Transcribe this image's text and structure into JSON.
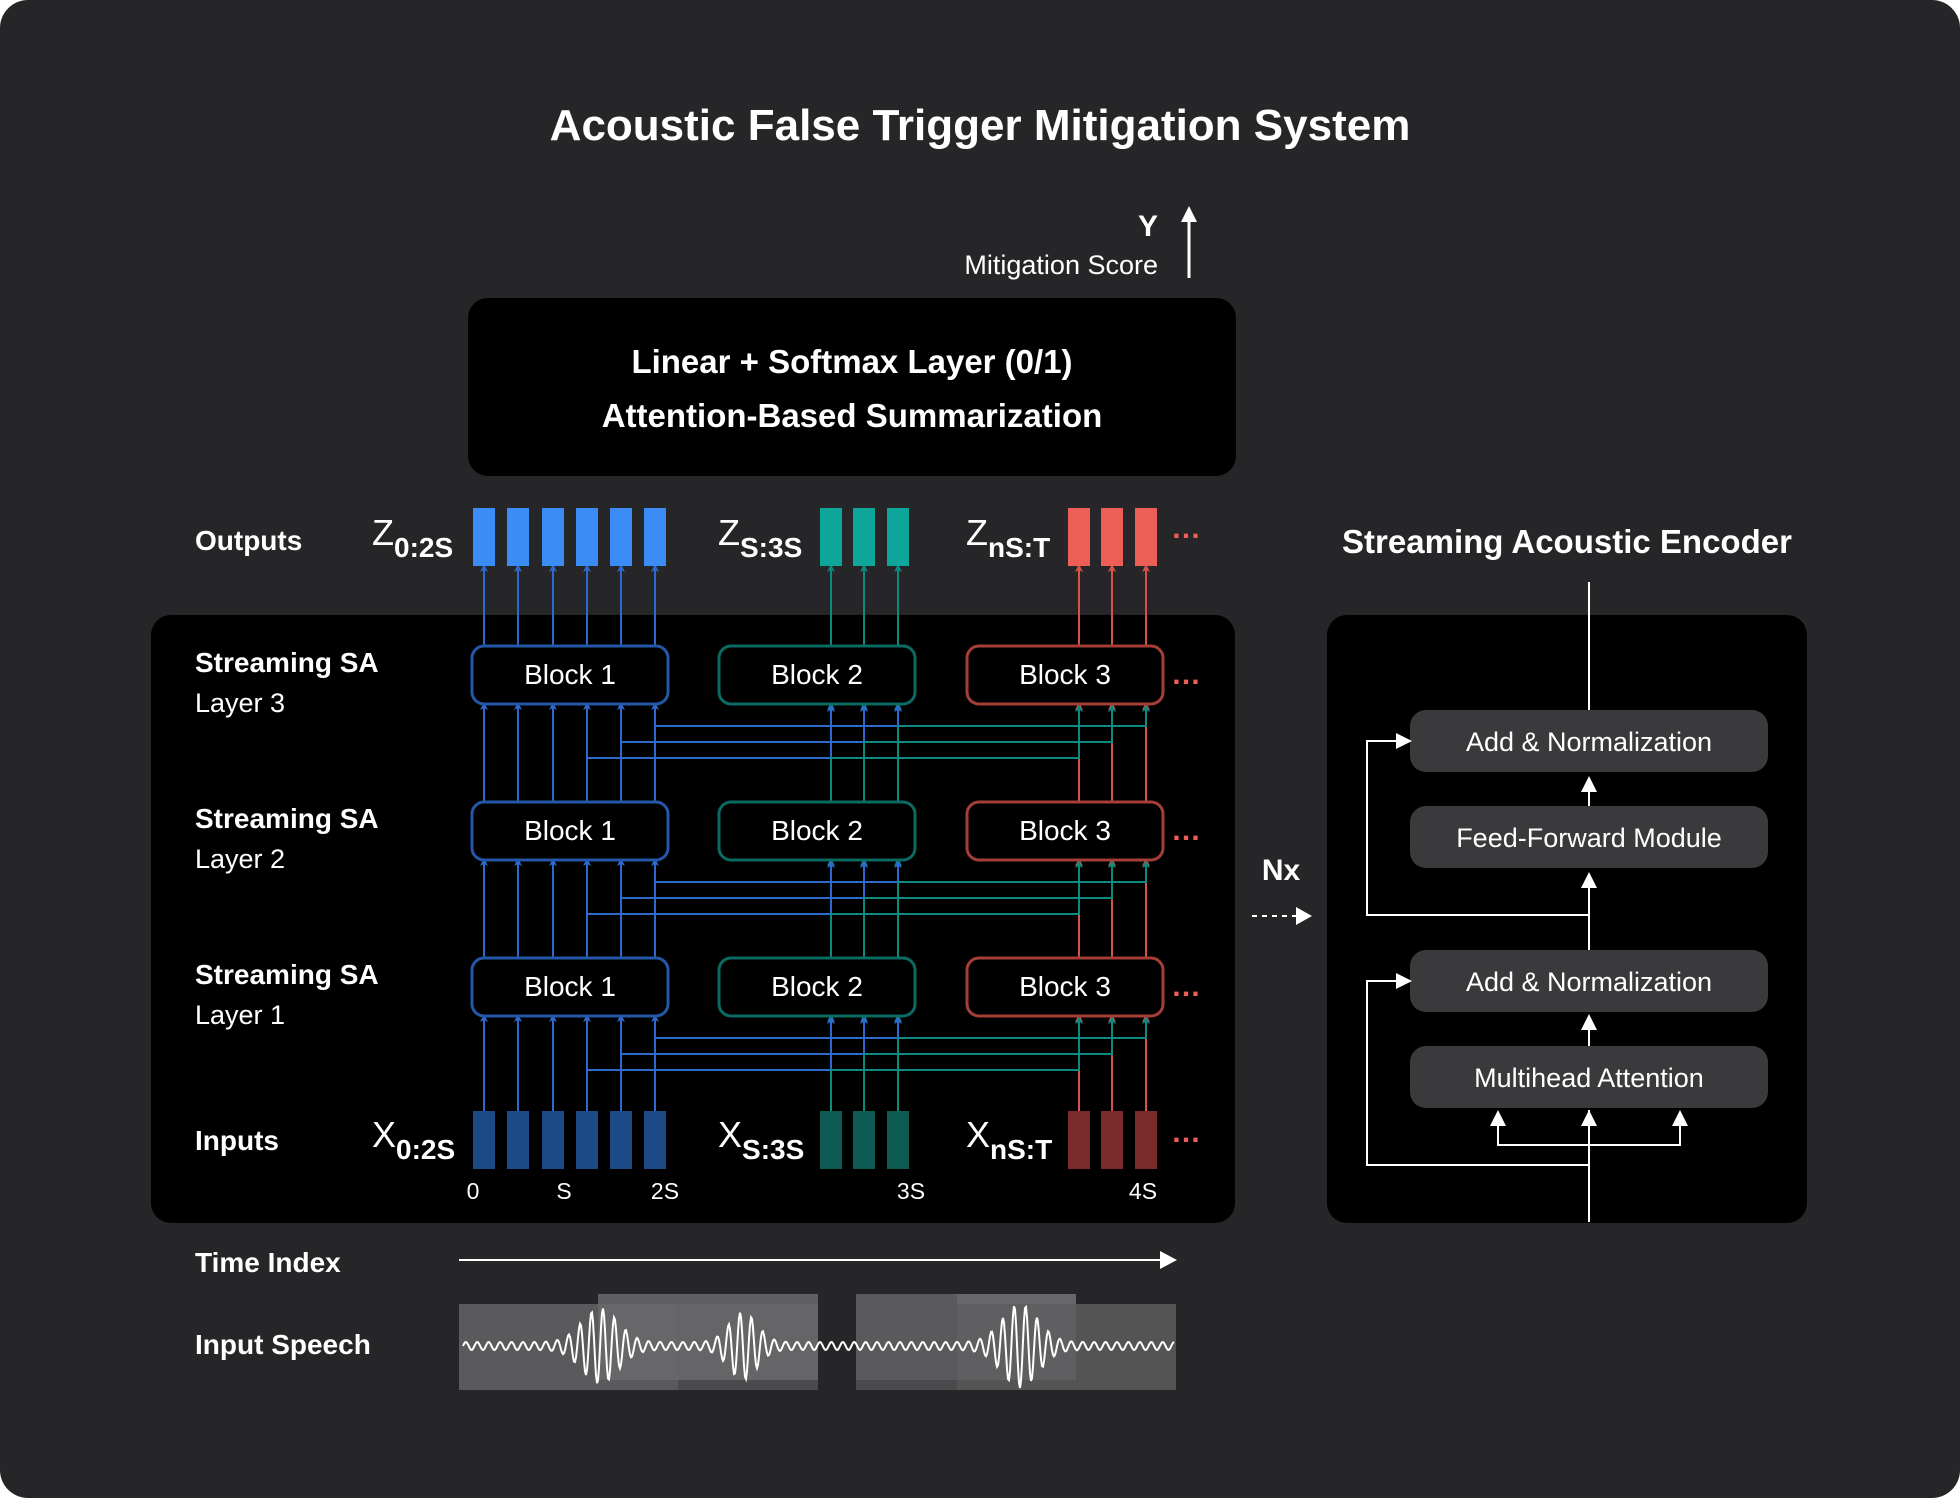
{
  "title": "Acoustic False Trigger Mitigation System",
  "colors": {
    "background": "#262628",
    "panel": "#000000",
    "module": "#3a3a3c",
    "text": "#ffffff",
    "blue": "#3b8cf5",
    "blue_dark": "#1c4a86",
    "teal": "#0ea59a",
    "teal_dark": "#0d5a52",
    "red": "#ec5e56",
    "red_dark": "#7a2a2a"
  },
  "score": {
    "symbol": "Y",
    "label": "Mitigation Score"
  },
  "top_box": {
    "line1": "Linear + Softmax Layer (0/1)",
    "line2": "Attention-Based Summarization"
  },
  "outputs": {
    "label": "Outputs",
    "groups": [
      {
        "base": "Z",
        "sub": "0:2S",
        "color": "blue"
      },
      {
        "base": "Z",
        "sub": "S:3S",
        "color": "teal"
      },
      {
        "base": "Z",
        "sub": "nS:T",
        "color": "red"
      }
    ],
    "ellipsis": "…"
  },
  "layers": [
    {
      "line1": "Streaming SA",
      "line2": "Layer 3"
    },
    {
      "line1": "Streaming SA",
      "line2": "Layer 2"
    },
    {
      "line1": "Streaming SA",
      "line2": "Layer 1"
    }
  ],
  "blocks": [
    "Block 1",
    "Block 2",
    "Block 3"
  ],
  "inputs": {
    "label": "Inputs",
    "groups": [
      {
        "base": "X",
        "sub": "0:2S",
        "color": "blue"
      },
      {
        "base": "X",
        "sub": "S:3S",
        "color": "teal"
      },
      {
        "base": "X",
        "sub": "nS:T",
        "color": "red"
      }
    ],
    "ticks": [
      "0",
      "S",
      "2S",
      "3S",
      "4S"
    ]
  },
  "nx": "Nx",
  "encoder": {
    "title": "Streaming Acoustic Encoder",
    "modules": [
      "Add & Normalization",
      "Feed-Forward Module",
      "Add & Normalization",
      "Multihead Attention"
    ]
  },
  "time_index": "Time Index",
  "input_speech": "Input Speech"
}
